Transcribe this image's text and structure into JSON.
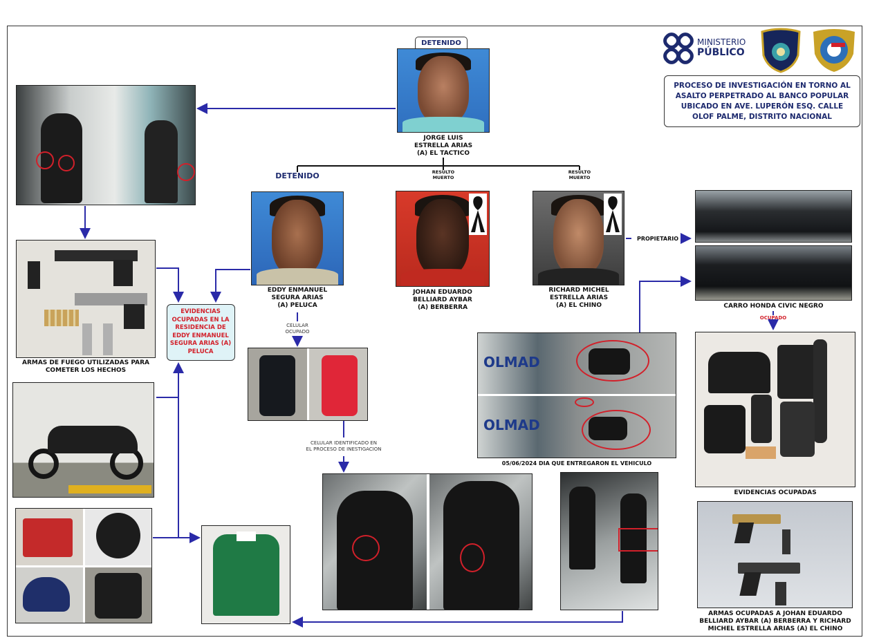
{
  "header": {
    "logo_ministerio_line1": "MINISTERIO",
    "logo_ministerio_line2": "PÚBLICO",
    "title": "PROCESO DE INVESTIGACIÓN EN TORNO AL ASALTO PERPETRADO AL BANCO POPULAR UBICADO EN AVE. LUPERÓN ESQ. CALLE OLOF PALME, DISTRITO NACIONAL"
  },
  "suspects": {
    "leader": {
      "status": "DETENIDO",
      "name_line1": "JORGE LUIS",
      "name_line2": "ESTRELLA ARIAS",
      "alias": "(A) EL TACTICO"
    },
    "eddy": {
      "status": "DETENIDO",
      "name_line1": "EDDY ENMANUEL",
      "name_line2": "SEGURA ARIAS",
      "alias": "(A) PELUCA"
    },
    "johan": {
      "status_line1": "RESULTO",
      "status_line2": "MUERTO",
      "name_line1": "JOHAN EDUARDO",
      "name_line2": "BELLIARD AYBAR",
      "alias": "(A) BERBERRA"
    },
    "richard": {
      "status_line1": "RESULTO",
      "status_line2": "MUERTO",
      "name_line1": "RICHARD MICHEL",
      "name_line2": "ESTRELLA ARIAS",
      "alias": "(A) EL CHINO"
    }
  },
  "labels": {
    "propietario": "PROPIETARIO",
    "car": "CARRO HONDA CIVIC NEGRO",
    "ocupado": "OCUPADO",
    "evidencias_ocupadas": "EVIDENCIAS OCUPADAS",
    "armas_ocupadas": "ARMAS OCUPADAS A JOHAN EDUARDO BELLIARD AYBAR (A) BERBERRA Y RICHARD MICHEL ESTRELLA ARIAS (A) EL CHINO",
    "armas_fuego": "ARMAS DE FUEGO UTILIZADAS PARA COMETER LOS HECHOS",
    "evidencias_residencia": "EVIDENCIAS OCUPADAS EN LA RESIDENCIA DE EDDY ENMANUEL SEGURA ARIAS (A) PELUCA",
    "celular_ocupado_1": "CELULAR",
    "celular_ocupado_2": "OCUPADO",
    "celular_identificado_1": "CELULAR IDENTIFICADO EN",
    "celular_identificado_2": "EL PROCESO DE INESTIGACION",
    "vehiculo_fecha": "05/06/2024 DIA QUE ENTREGARON EL VEHICULO",
    "cctv_sign": "OLMAD"
  },
  "colors": {
    "arrow": "#2a2aa8",
    "title_text": "#1d2a6e",
    "alert_text": "#d2202a",
    "evidence_box": "#dff3f7",
    "accent_blue": "#1e3a8a"
  }
}
